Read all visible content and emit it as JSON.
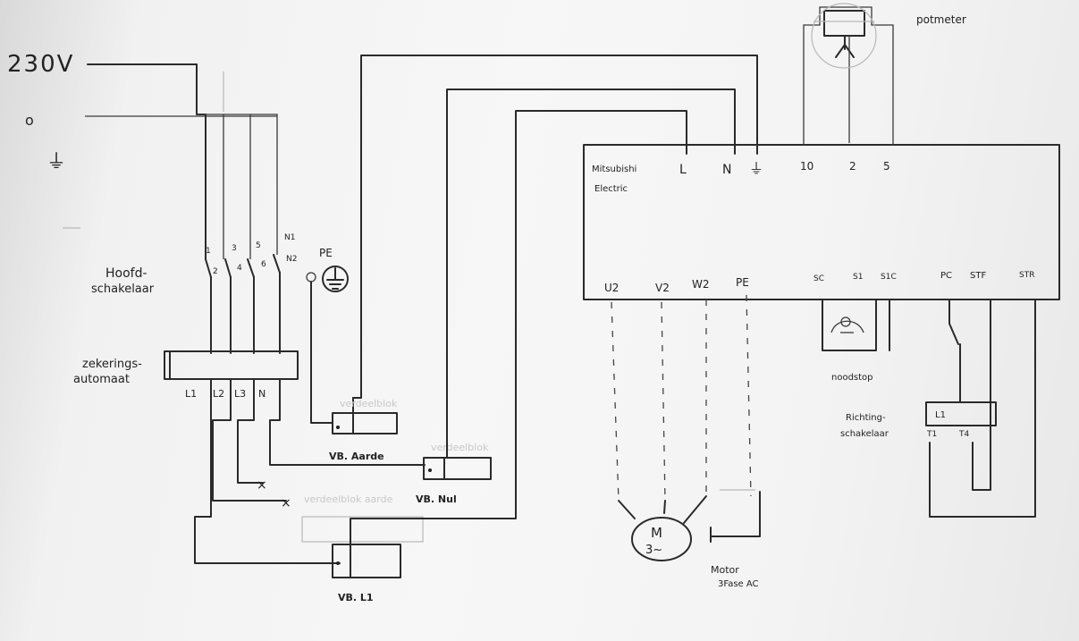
{
  "supply": {
    "voltage": "230V",
    "neutral_symbol": "o",
    "earth_symbol": "⏚"
  },
  "main_switch": {
    "label_line1": "Hoofd-",
    "label_line2": "schakelaar",
    "top_terminals": [
      "1",
      "3",
      "5",
      "N1"
    ],
    "bottom_terminals": [
      "2",
      "4",
      "6",
      "N2"
    ],
    "pe_label": "PE"
  },
  "breaker": {
    "label_line1": "zekerings-",
    "label_line2": "automaat",
    "outputs": [
      "L1",
      "L2",
      "L3",
      "N"
    ]
  },
  "terminal_blocks": {
    "earth": "VB. Aarde",
    "neutral": "VB. Nul",
    "l1": "VB. L1",
    "crossed_mark": "×",
    "ghost_1": "verdeelblok",
    "ghost_2": "verdeelblok",
    "ghost_3": "verdeelblok aarde"
  },
  "vfd": {
    "brand_line1": "Mitsubishi",
    "brand_line2": "Electric",
    "top_terminals": [
      "L",
      "N",
      "⏚",
      "10",
      "2",
      "5"
    ],
    "bottom_left_terminals": [
      "U2",
      "V2",
      "W2",
      "PE"
    ],
    "bottom_right_terminals": [
      "SC",
      "S1",
      "S1C",
      "PC",
      "STF",
      "STR"
    ]
  },
  "potentiometer": {
    "label": "potmeter"
  },
  "emergency_stop": {
    "label": "noodstop"
  },
  "direction_switch": {
    "label_line1": "Richting-",
    "label_line2": "schakelaar",
    "l1": "L1",
    "t1": "T1",
    "t4": "T4"
  },
  "motor": {
    "symbol_line1": "M",
    "symbol_line2": "3~",
    "label_line1": "Motor",
    "label_line2": "3Fase AC"
  }
}
